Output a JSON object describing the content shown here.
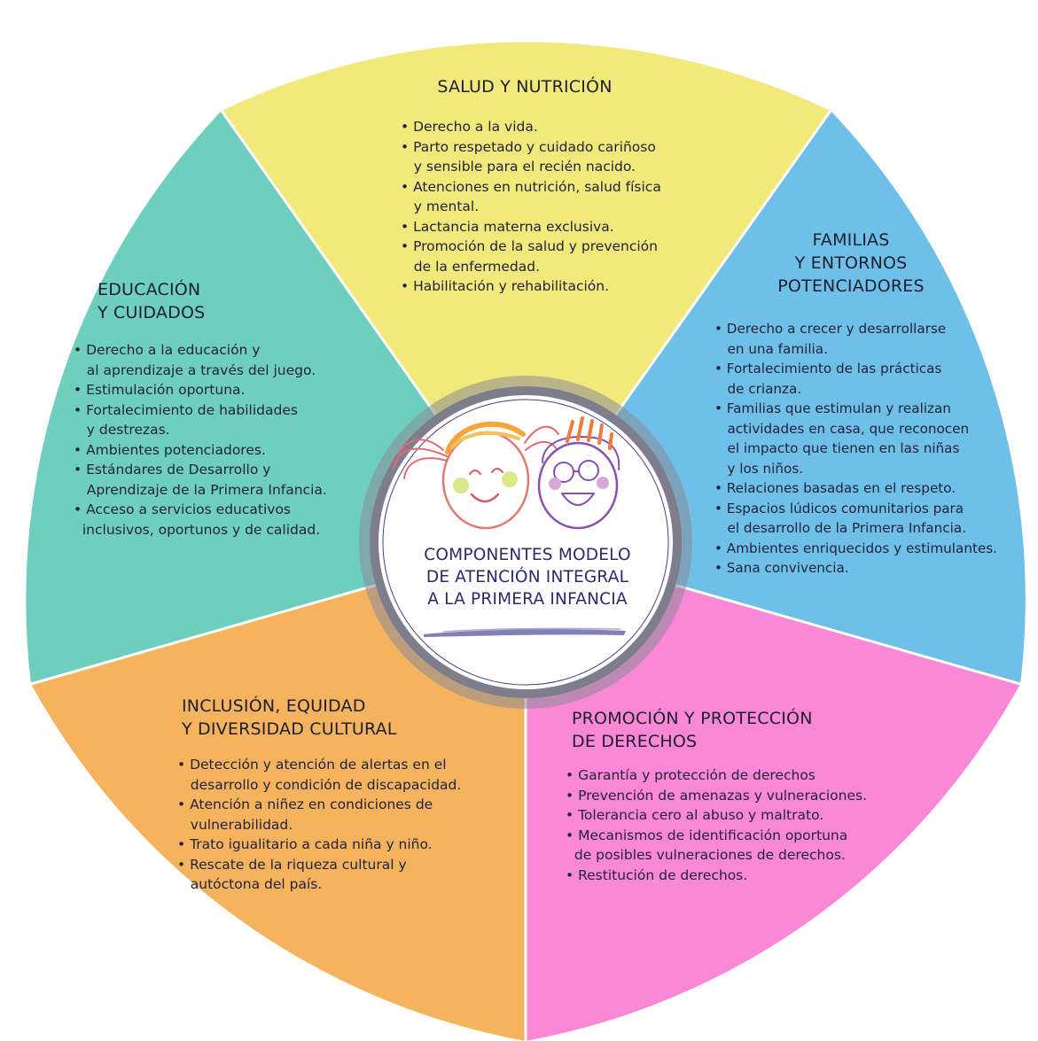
{
  "colors": {
    "salud": "#f1e979",
    "familias": "#6ec0e8",
    "promocion": "#fb87d7",
    "inclusion": "#f5b35e",
    "educacion": "#6fcfbe",
    "ring": "#8a8a98",
    "center_title": "#2b2a6e"
  },
  "center": {
    "title_lines": [
      "COMPONENTES MODELO",
      "DE ATENCIÓN INTEGRAL",
      "A LA PRIMERA INFANCIA"
    ],
    "illustration": "two-children-faces-drawing"
  },
  "segments": {
    "salud": {
      "title_lines": [
        "SALUD Y NUTRICIÓN"
      ],
      "items": [
        "• Derecho a la vida.",
        "• Parto respetado y cuidado cariñoso",
        "   y sensible para el recién nacido.",
        "• Atenciones en nutrición, salud física",
        "   y mental.",
        "• Lactancia materna exclusiva.",
        "• Promoción de la salud y prevención",
        "   de la enfermedad.",
        "• Habilitación y rehabilitación."
      ]
    },
    "familias": {
      "title_lines": [
        "FAMILIAS",
        "Y ENTORNOS",
        "POTENCIADORES"
      ],
      "items": [
        "• Derecho a crecer y desarrollarse",
        "   en una familia.",
        "• Fortalecimiento de las prácticas",
        "   de crianza.",
        "• Familias que estimulan y realizan",
        "   actividades en casa, que reconocen",
        "   el impacto que tienen en las niñas",
        "   y los niños.",
        "• Relaciones basadas en el respeto.",
        "• Espacios lúdicos comunitarios para",
        "   el desarrollo de la Primera Infancia.",
        "• Ambientes enriquecidos y estimulantes.",
        "• Sana convivencia."
      ]
    },
    "promocion": {
      "title_lines": [
        "PROMOCIÓN Y PROTECCIÓN",
        "DE DERECHOS"
      ],
      "items": [
        "• Garantía y protección de derechos",
        "• Prevención de amenazas y vulneraciones.",
        "• Tolerancia cero al abuso y maltrato.",
        "• Mecanismos de identificación oportuna",
        "  de posibles vulneraciones de derechos.",
        "• Restitución de derechos."
      ]
    },
    "inclusion": {
      "title_lines": [
        "INCLUSIÓN, EQUIDAD",
        "Y DIVERSIDAD CULTURAL"
      ],
      "items": [
        "• Detección y atención de alertas en el",
        "   desarrollo y condición de discapacidad.",
        "• Atención a niñez en condiciones de",
        "   vulnerabilidad.",
        "• Trato igualitario a cada niña y niño.",
        "• Rescate de la riqueza cultural y",
        "   autóctona del país."
      ]
    },
    "educacion": {
      "title_lines": [
        "EDUCACIÓN",
        "Y CUIDADOS"
      ],
      "items": [
        "• Derecho a la educación y",
        "   al aprendizaje a través del juego.",
        "• Estimulación oportuna.",
        "• Fortalecimiento de habilidades",
        "   y destrezas.",
        "• Ambientes potenciadores.",
        "• Estándares de Desarrollo y",
        "   Aprendizaje de la Primera Infancia.",
        "• Acceso a servicios educativos",
        "  inclusivos, oportunos y de calidad."
      ]
    }
  }
}
